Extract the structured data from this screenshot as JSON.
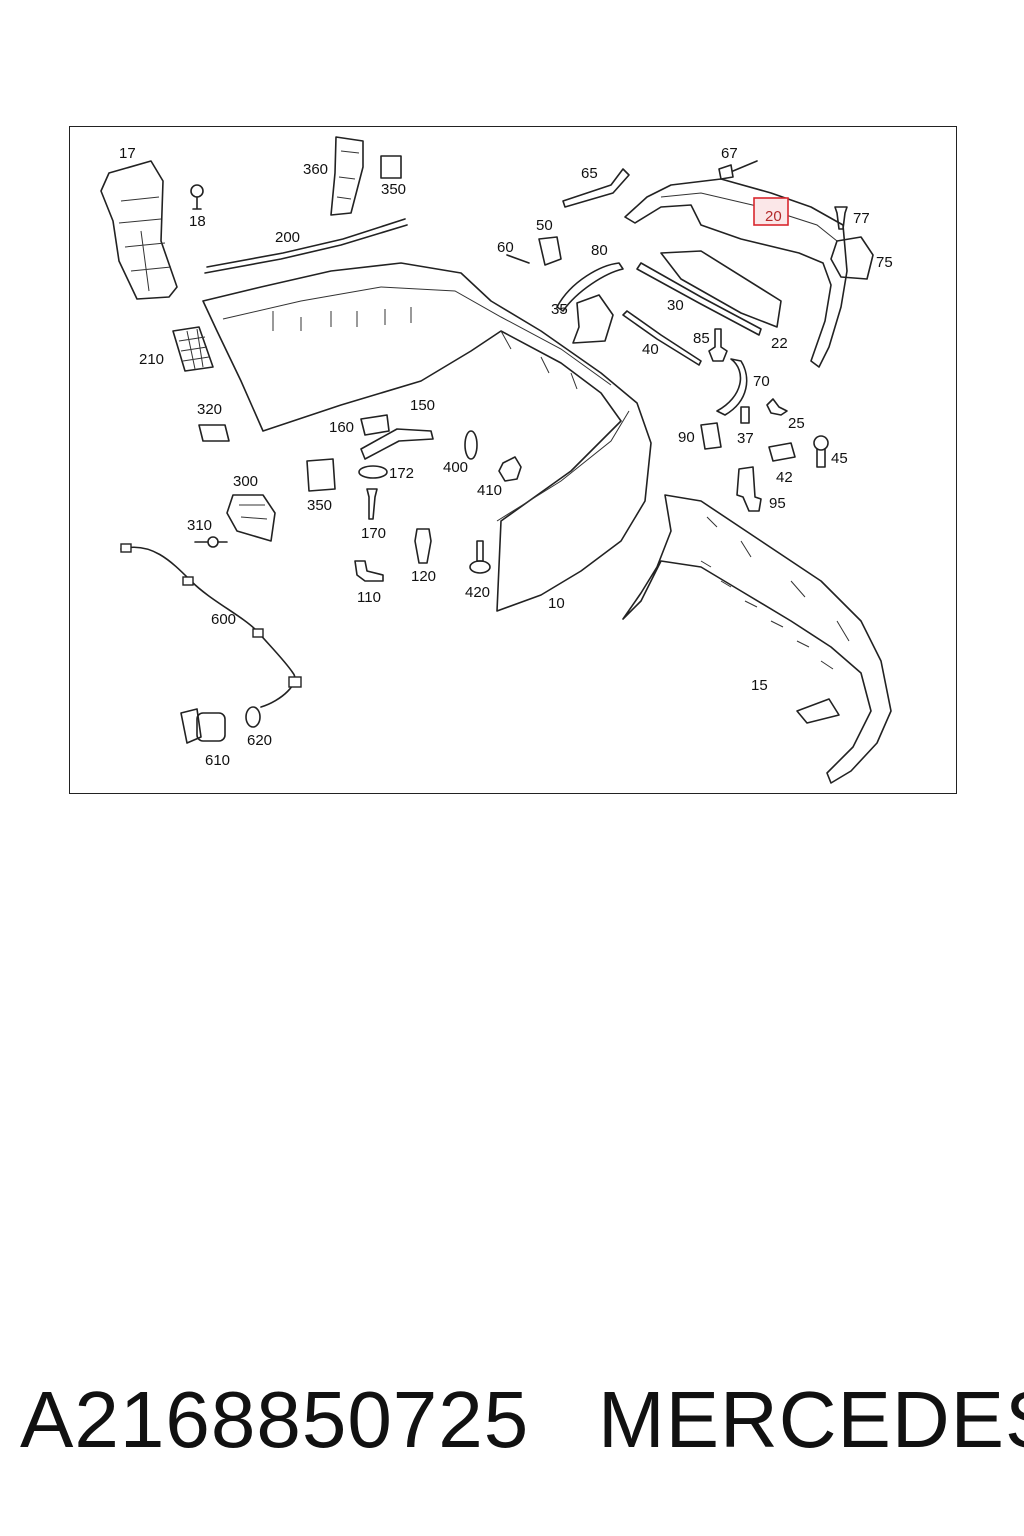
{
  "diagram": {
    "labels": [
      {
        "id": "17",
        "text": "17"
      },
      {
        "id": "18",
        "text": "18"
      },
      {
        "id": "200",
        "text": "200"
      },
      {
        "id": "360",
        "text": "360"
      },
      {
        "id": "350a",
        "text": "350"
      },
      {
        "id": "210",
        "text": "210"
      },
      {
        "id": "320",
        "text": "320"
      },
      {
        "id": "300",
        "text": "300"
      },
      {
        "id": "310",
        "text": "310"
      },
      {
        "id": "600",
        "text": "600"
      },
      {
        "id": "620",
        "text": "620"
      },
      {
        "id": "610",
        "text": "610"
      },
      {
        "id": "160",
        "text": "160"
      },
      {
        "id": "150",
        "text": "150"
      },
      {
        "id": "172",
        "text": "172"
      },
      {
        "id": "350b",
        "text": "350"
      },
      {
        "id": "170",
        "text": "170"
      },
      {
        "id": "400",
        "text": "400"
      },
      {
        "id": "410",
        "text": "410"
      },
      {
        "id": "120",
        "text": "120"
      },
      {
        "id": "110",
        "text": "110"
      },
      {
        "id": "420",
        "text": "420"
      },
      {
        "id": "10",
        "text": "10"
      },
      {
        "id": "60",
        "text": "60"
      },
      {
        "id": "50",
        "text": "50"
      },
      {
        "id": "65",
        "text": "65"
      },
      {
        "id": "80",
        "text": "80"
      },
      {
        "id": "35",
        "text": "35"
      },
      {
        "id": "67",
        "text": "67"
      },
      {
        "id": "20",
        "text": "20",
        "highlighted": true
      },
      {
        "id": "77",
        "text": "77"
      },
      {
        "id": "75",
        "text": "75"
      },
      {
        "id": "30",
        "text": "30"
      },
      {
        "id": "40",
        "text": "40"
      },
      {
        "id": "85",
        "text": "85"
      },
      {
        "id": "22",
        "text": "22"
      },
      {
        "id": "70",
        "text": "70"
      },
      {
        "id": "25",
        "text": "25"
      },
      {
        "id": "90",
        "text": "90"
      },
      {
        "id": "37",
        "text": "37"
      },
      {
        "id": "45",
        "text": "45"
      },
      {
        "id": "42",
        "text": "42"
      },
      {
        "id": "95",
        "text": "95"
      },
      {
        "id": "15",
        "text": "15"
      }
    ],
    "highlight_color": "#d9272e"
  },
  "footer": {
    "part_number": "A2168850725",
    "brand": "MERCEDES"
  }
}
